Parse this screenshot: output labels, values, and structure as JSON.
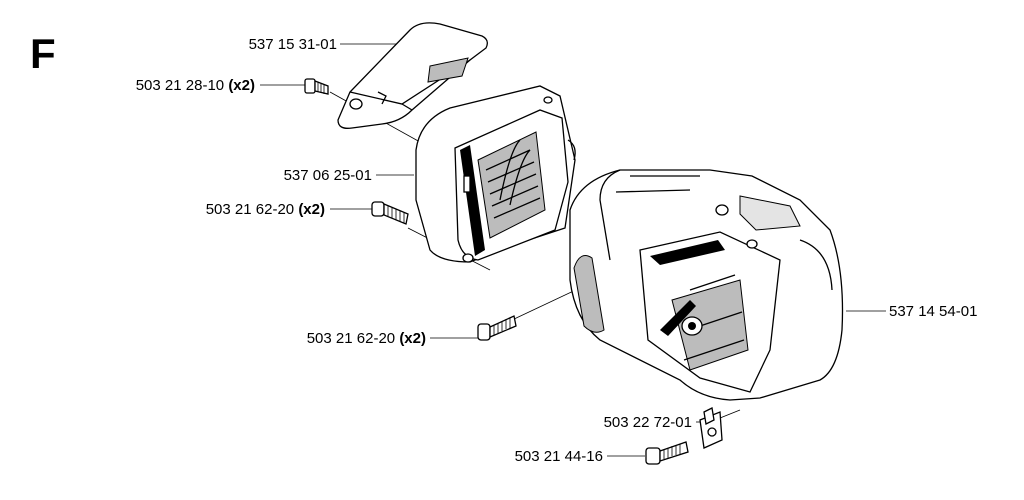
{
  "diagram": {
    "section_letter": "F",
    "parts": [
      {
        "number": "537 15 31-01",
        "qty": ""
      },
      {
        "number": "503 21 28-10",
        "qty": "(x2)"
      },
      {
        "number": "537 06 25-01",
        "qty": ""
      },
      {
        "number": "503 21 62-20",
        "qty": "(x2)"
      },
      {
        "number": "503 21 62-20",
        "qty": "(x2)"
      },
      {
        "number": "537 14 54-01",
        "qty": ""
      },
      {
        "number": "503 22 72-01",
        "qty": ""
      },
      {
        "number": "503 21 44-16",
        "qty": ""
      }
    ]
  }
}
